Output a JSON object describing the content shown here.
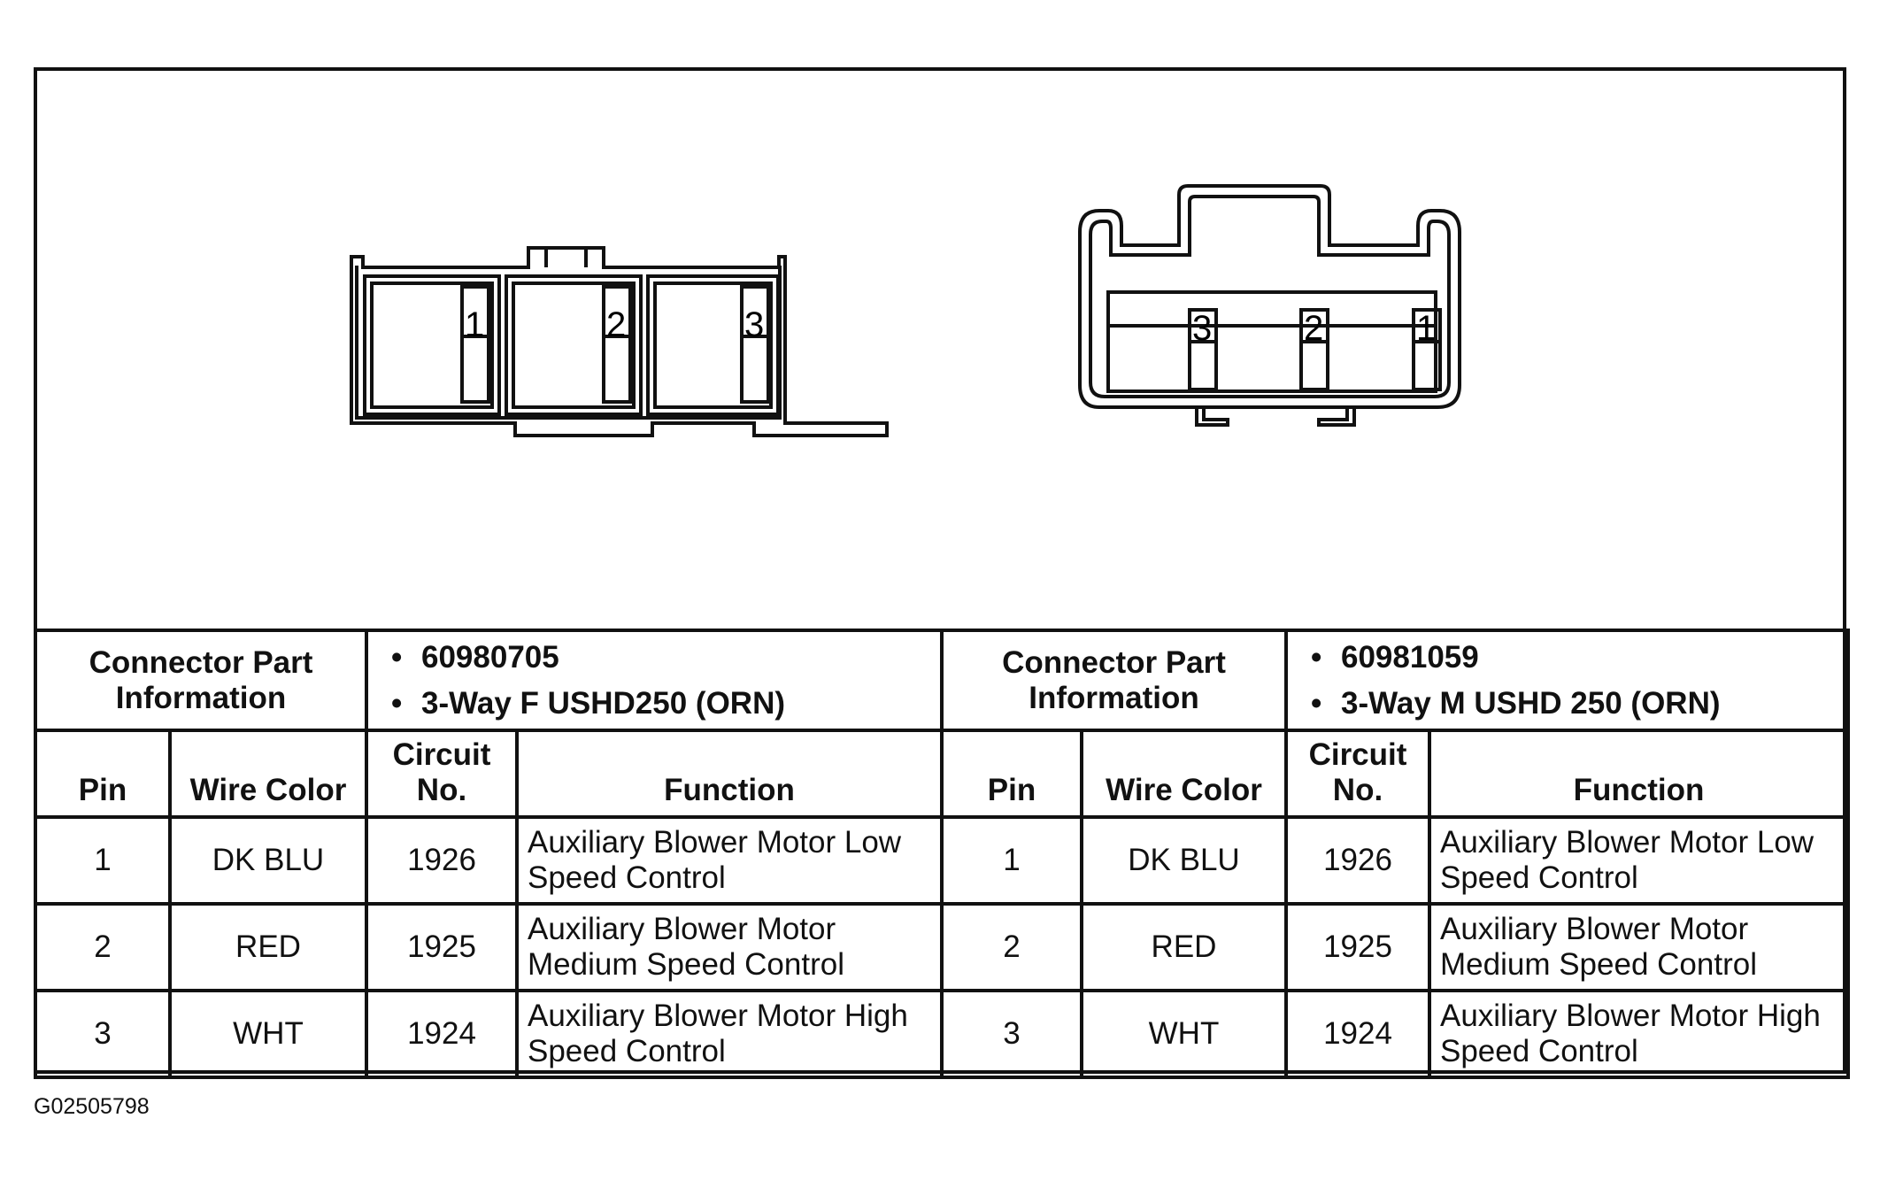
{
  "connector_left": {
    "pins": [
      "1",
      "2",
      "3"
    ],
    "part_info_label": "Connector Part Information",
    "part_number": "60980705",
    "description": "3-Way F USHD250 (ORN)",
    "rows": [
      {
        "pin": "1",
        "wire_color": "DK BLU",
        "circuit": "1926",
        "function": "Auxiliary Blower Motor Low Speed Control"
      },
      {
        "pin": "2",
        "wire_color": "RED",
        "circuit": "1925",
        "function": "Auxiliary Blower Motor Medium Speed Control"
      },
      {
        "pin": "3",
        "wire_color": "WHT",
        "circuit": "1924",
        "function": "Auxiliary Blower Motor High Speed Control"
      }
    ]
  },
  "connector_right": {
    "pins": [
      "3",
      "2",
      "1"
    ],
    "part_info_label": "Connector Part Information",
    "part_number": "60981059",
    "description": "3-Way M USHD 250 (ORN)",
    "rows": [
      {
        "pin": "1",
        "wire_color": "DK BLU",
        "circuit": "1926",
        "function": "Auxiliary Blower Motor Low Speed Control"
      },
      {
        "pin": "2",
        "wire_color": "RED",
        "circuit": "1925",
        "function": "Auxiliary Blower Motor Medium Speed Control"
      },
      {
        "pin": "3",
        "wire_color": "WHT",
        "circuit": "1924",
        "function": "Auxiliary Blower Motor High Speed Control"
      }
    ]
  },
  "columns": {
    "pin": "Pin",
    "wire_color": "Wire Color",
    "circuit": "Circuit No.",
    "function": "Function"
  },
  "figure_id": "G02505798"
}
